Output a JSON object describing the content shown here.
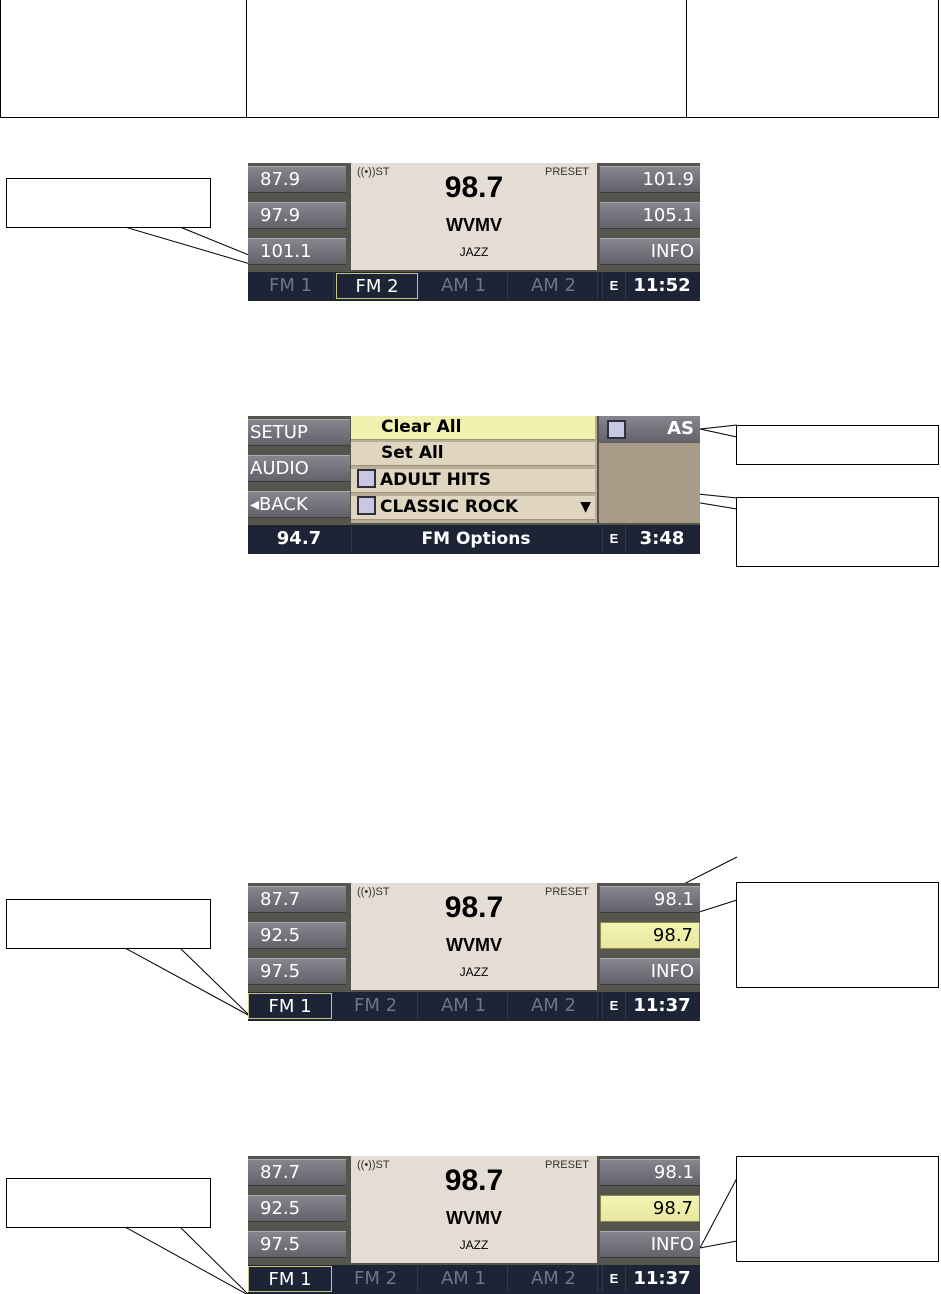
{
  "screen1": {
    "left_presets": [
      "87.9",
      "97.9",
      "101.1"
    ],
    "right_presets": [
      "101.9",
      "105.1",
      "INFO"
    ],
    "stereo": "((•))ST",
    "preset_label": "PRESET",
    "frequency": "98.7",
    "station": "WVMV",
    "genre": "JAZZ",
    "bands": [
      "FM 1",
      "FM 2",
      "AM 1",
      "AM 2"
    ],
    "active_band": "FM 2",
    "e_tag": "E",
    "clock": "11:52"
  },
  "screen2": {
    "left_buttons": [
      "SETUP",
      "AUDIO",
      "◂BACK"
    ],
    "menu": {
      "clear_all": "Clear All",
      "set_all": "Set All",
      "item1": "ADULT HITS",
      "item2": "CLASSIC ROCK",
      "scroll": "▼"
    },
    "as_label": "AS",
    "bar_freq": "94.7",
    "bar_title": "FM Options",
    "e_tag": "E",
    "clock": "3:48"
  },
  "screen3": {
    "left_presets": [
      "87.7",
      "92.5",
      "97.5"
    ],
    "right_presets": [
      "98.1",
      "98.7",
      "INFO"
    ],
    "stereo": "((•))ST",
    "preset_label": "PRESET",
    "frequency": "98.7",
    "station": "WVMV",
    "genre": "JAZZ",
    "bands": [
      "FM 1",
      "FM 2",
      "AM 1",
      "AM 2"
    ],
    "active_band": "FM 1",
    "e_tag": "E",
    "clock": "11:37"
  },
  "screen4": {
    "left_presets": [
      "87.7",
      "92.5",
      "97.5"
    ],
    "right_presets": [
      "98.1",
      "98.7",
      "INFO"
    ],
    "stereo": "((•))ST",
    "preset_label": "PRESET",
    "frequency": "98.7",
    "station": "WVMV",
    "genre": "JAZZ",
    "bands": [
      "FM 1",
      "FM 2",
      "AM 1",
      "AM 2"
    ],
    "active_band": "FM 1",
    "e_tag": "E",
    "clock": "11:37"
  }
}
